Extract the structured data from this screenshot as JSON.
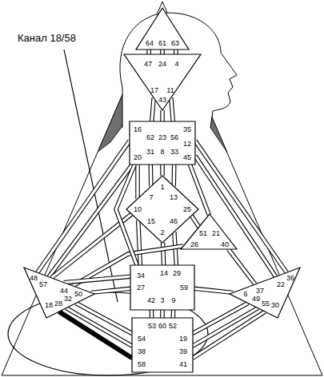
{
  "diagram": {
    "nodes": [
      {
        "text": [
          "64",
          "61",
          "63"
        ]
      },
      {
        "text": [
          "47",
          "24",
          "4",
          "17",
          "43",
          "11"
        ]
      },
      {
        "text": [
          "16",
          "35",
          "62",
          "23",
          "56",
          "12",
          "31",
          "8",
          "33",
          "20",
          "45"
        ]
      },
      {
        "text": [
          "1",
          "7",
          "13",
          "10",
          "25",
          "15",
          "46",
          "2"
        ]
      },
      {
        "text": [
          "51",
          "21",
          "26",
          "40"
        ]
      },
      {
        "text": [
          "48",
          "57",
          "44",
          "50",
          "18",
          "28",
          "32"
        ]
      },
      {
        "text": [
          "36",
          "22",
          "37",
          "6",
          "30",
          "55",
          "49"
        ]
      },
      {
        "text": [
          "34",
          "14",
          "29",
          "27",
          "59",
          "42",
          "3",
          "9"
        ]
      },
      {
        "text": [
          "53",
          "60",
          "52",
          "54",
          "19",
          "38",
          "39",
          "58",
          "41"
        ]
      }
    ],
    "edges": [
      {
        "from": 0,
        "to": 1,
        "arrow": "none"
      },
      {
        "from": 0,
        "to": 1,
        "arrow": "none"
      },
      {
        "from": 0,
        "to": 1,
        "arrow": "none"
      },
      {
        "from": 1,
        "to": 2,
        "arrow": "none"
      },
      {
        "from": 1,
        "to": 2,
        "arrow": "none"
      },
      {
        "from": 1,
        "to": 2,
        "arrow": "none"
      },
      {
        "from": 2,
        "to": 3,
        "arrow": "none"
      },
      {
        "from": 2,
        "to": 3,
        "arrow": "none"
      },
      {
        "from": 2,
        "to": 3,
        "arrow": "none"
      },
      {
        "from": 2,
        "to": 5,
        "arrow": "none"
      },
      {
        "from": 2,
        "to": 5,
        "arrow": "none"
      },
      {
        "from": 2,
        "to": 6,
        "arrow": "none"
      },
      {
        "from": 2,
        "to": 6,
        "arrow": "none"
      },
      {
        "from": 2,
        "to": 4,
        "arrow": "none"
      },
      {
        "from": 2,
        "to": 3,
        "arrow": "none"
      },
      {
        "from": 3,
        "to": 5,
        "arrow": "none"
      },
      {
        "from": 3,
        "to": 7,
        "arrow": "none"
      },
      {
        "from": 3,
        "to": 7,
        "arrow": "none"
      },
      {
        "from": 3,
        "to": 7,
        "arrow": "none"
      },
      {
        "from": 3,
        "to": 4,
        "arrow": "none"
      },
      {
        "from": 4,
        "to": 5,
        "arrow": "none"
      },
      {
        "from": 4,
        "to": 6,
        "arrow": "none"
      },
      {
        "from": 7,
        "to": 5,
        "arrow": "none"
      },
      {
        "from": 7,
        "to": 2,
        "arrow": "none"
      },
      {
        "from": 7,
        "to": 5,
        "arrow": "none"
      },
      {
        "from": 7,
        "to": 6,
        "arrow": "none"
      },
      {
        "from": 7,
        "to": 8,
        "arrow": "none"
      },
      {
        "from": 7,
        "to": 8,
        "arrow": "none"
      },
      {
        "from": 7,
        "to": 8,
        "arrow": "none"
      },
      {
        "from": 8,
        "to": 5,
        "arrow": "none"
      },
      {
        "from": 8,
        "to": 5,
        "arrow": "none"
      },
      {
        "from": 8,
        "to": 5,
        "arrow": "none"
      },
      {
        "from": 8,
        "to": 6,
        "arrow": "none"
      },
      {
        "from": 8,
        "to": 6,
        "arrow": "none"
      },
      {
        "from": 8,
        "to": 6,
        "arrow": "none"
      }
    ],
    "labels": [
      "Канал 18/58"
    ]
  }
}
